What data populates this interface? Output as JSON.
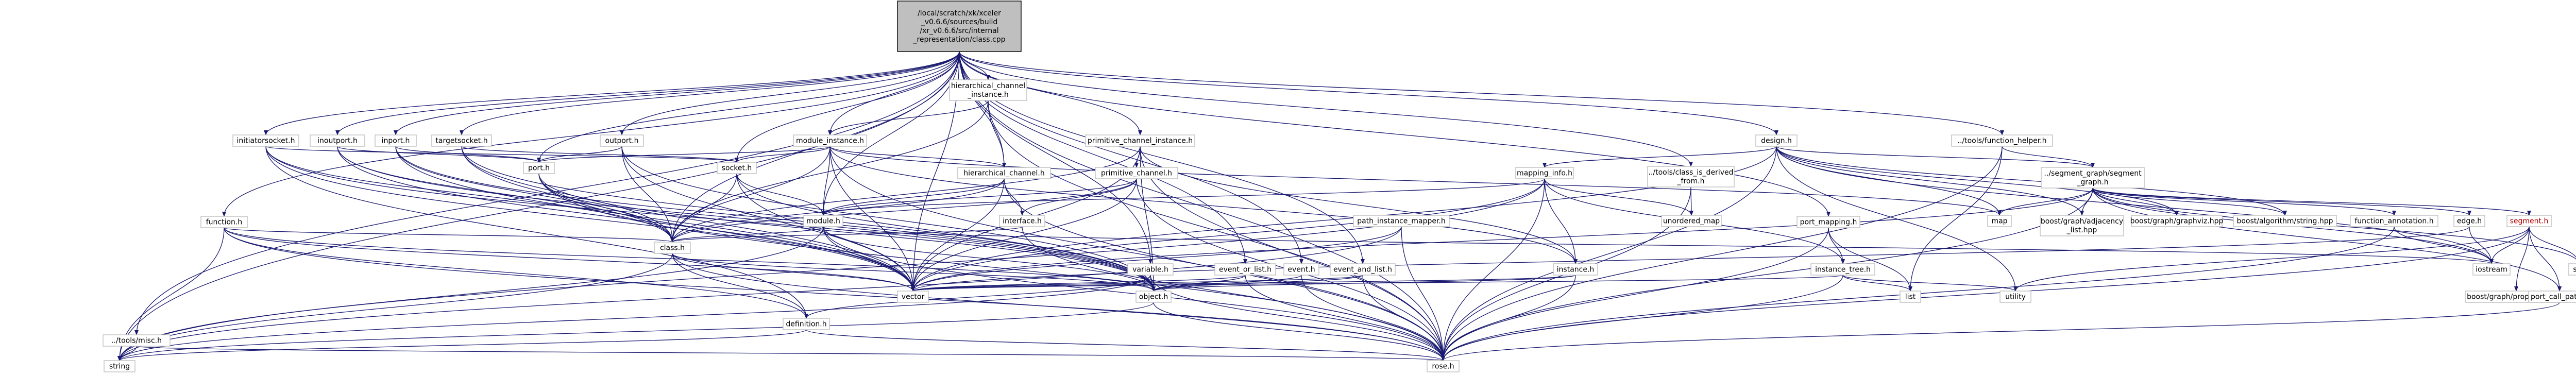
{
  "colors": {
    "edge": "#191970",
    "root_fill": "#bfbfbf",
    "node_border": "#bfbfbf",
    "missing_label": "#b20000"
  },
  "nodes": [
    {
      "id": "root",
      "lines": [
        "/local/scratch/xk/xceler",
        "_v0.6.6/sources/build",
        "/xr_v0.6.6/src/internal",
        "_representation/class.cpp"
      ],
      "kind": "root"
    },
    {
      "id": "hier_inst",
      "lines": [
        "hierarchical_channel",
        "_instance.h"
      ]
    },
    {
      "id": "misc",
      "lines": [
        "../tools/misc.h"
      ]
    },
    {
      "id": "initiator",
      "lines": [
        "initiatorsocket.h"
      ]
    },
    {
      "id": "inoutport",
      "lines": [
        "inoutport.h"
      ]
    },
    {
      "id": "inport",
      "lines": [
        "inport.h"
      ]
    },
    {
      "id": "targetsocket",
      "lines": [
        "targetsocket.h"
      ]
    },
    {
      "id": "outport",
      "lines": [
        "outport.h"
      ]
    },
    {
      "id": "module_instance",
      "lines": [
        "module_instance.h"
      ]
    },
    {
      "id": "prim_inst",
      "lines": [
        "primitive_channel_instance.h"
      ]
    },
    {
      "id": "design",
      "lines": [
        "design.h"
      ]
    },
    {
      "id": "func_helper",
      "lines": [
        "../tools/function_helper.h"
      ]
    },
    {
      "id": "function",
      "lines": [
        "function.h"
      ]
    },
    {
      "id": "port",
      "lines": [
        "port.h"
      ]
    },
    {
      "id": "socket",
      "lines": [
        "socket.h"
      ]
    },
    {
      "id": "hier_channel",
      "lines": [
        "hierarchical_channel.h"
      ]
    },
    {
      "id": "prim_channel",
      "lines": [
        "primitive_channel.h"
      ]
    },
    {
      "id": "mapping_info",
      "lines": [
        "mapping_info.h"
      ]
    },
    {
      "id": "is_derived",
      "lines": [
        "../tools/class_is_derived",
        "_from.h"
      ]
    },
    {
      "id": "port_mapping",
      "lines": [
        "port_mapping.h"
      ]
    },
    {
      "id": "segment_graph",
      "lines": [
        "../segment_graph/segment",
        "_graph.h"
      ]
    },
    {
      "id": "module",
      "lines": [
        "module.h"
      ]
    },
    {
      "id": "interface",
      "lines": [
        "interface.h"
      ]
    },
    {
      "id": "path_mapper",
      "lines": [
        "path_instance_mapper.h"
      ]
    },
    {
      "id": "unordered_map",
      "lines": [
        "unordered_map"
      ],
      "kind": "sys"
    },
    {
      "id": "map",
      "lines": [
        "map"
      ],
      "kind": "sys"
    },
    {
      "id": "adjacency",
      "lines": [
        "boost/graph/adjacency",
        "_list.hpp"
      ],
      "kind": "sys"
    },
    {
      "id": "graphviz",
      "lines": [
        "boost/graph/graphviz.hpp"
      ],
      "kind": "sys"
    },
    {
      "id": "algo_string",
      "lines": [
        "boost/algorithm/string.hpp"
      ],
      "kind": "sys"
    },
    {
      "id": "func_annot",
      "lines": [
        "function_annotation.h"
      ]
    },
    {
      "id": "edge",
      "lines": [
        "edge.h"
      ]
    },
    {
      "id": "segment",
      "lines": [
        "segment.h"
      ],
      "kind": "err"
    },
    {
      "id": "class_h",
      "lines": [
        "class.h"
      ]
    },
    {
      "id": "variable",
      "lines": [
        "variable.h"
      ]
    },
    {
      "id": "event_or_list",
      "lines": [
        "event_or_list.h"
      ]
    },
    {
      "id": "event",
      "lines": [
        "event.h"
      ]
    },
    {
      "id": "event_and_list",
      "lines": [
        "event_and_list.h"
      ]
    },
    {
      "id": "instance",
      "lines": [
        "instance.h"
      ]
    },
    {
      "id": "instance_tree",
      "lines": [
        "instance_tree.h"
      ]
    },
    {
      "id": "iostream",
      "lines": [
        "iostream"
      ],
      "kind": "sys"
    },
    {
      "id": "set",
      "lines": [
        "set"
      ],
      "kind": "sys"
    },
    {
      "id": "properties",
      "lines": [
        "boost/graph/properties.hpp"
      ],
      "kind": "sys"
    },
    {
      "id": "port_call_path",
      "lines": [
        "port_call_path.h"
      ]
    },
    {
      "id": "vector",
      "lines": [
        "vector"
      ],
      "kind": "sys"
    },
    {
      "id": "object",
      "lines": [
        "object.h"
      ]
    },
    {
      "id": "list",
      "lines": [
        "list"
      ],
      "kind": "sys"
    },
    {
      "id": "utility",
      "lines": [
        "utility"
      ],
      "kind": "sys"
    },
    {
      "id": "definition",
      "lines": [
        "definition.h"
      ]
    },
    {
      "id": "string",
      "lines": [
        "string"
      ],
      "kind": "sys"
    },
    {
      "id": "rose",
      "lines": [
        "rose.h"
      ],
      "kind": "sys"
    }
  ],
  "edges": [
    [
      "root",
      "hier_inst"
    ],
    [
      "root",
      "misc"
    ],
    [
      "root",
      "initiator"
    ],
    [
      "root",
      "inoutport"
    ],
    [
      "root",
      "inport"
    ],
    [
      "root",
      "targetsocket"
    ],
    [
      "root",
      "outport"
    ],
    [
      "root",
      "module_instance"
    ],
    [
      "root",
      "prim_inst"
    ],
    [
      "root",
      "design"
    ],
    [
      "root",
      "func_helper"
    ],
    [
      "root",
      "function"
    ],
    [
      "root",
      "port"
    ],
    [
      "root",
      "socket"
    ],
    [
      "root",
      "hier_channel"
    ],
    [
      "root",
      "module"
    ],
    [
      "root",
      "class_h"
    ],
    [
      "root",
      "port_mapping"
    ],
    [
      "root",
      "is_derived"
    ],
    [
      "root",
      "event_or_list"
    ],
    [
      "root",
      "event"
    ],
    [
      "root",
      "event_and_list"
    ],
    [
      "root",
      "variable"
    ],
    [
      "root",
      "vector"
    ],
    [
      "root",
      "string"
    ],
    [
      "root",
      "rose"
    ],
    [
      "hier_inst",
      "module_instance"
    ],
    [
      "hier_inst",
      "hier_channel"
    ],
    [
      "hier_inst",
      "class_h"
    ],
    [
      "hier_inst",
      "rose"
    ],
    [
      "misc",
      "string"
    ],
    [
      "misc",
      "rose"
    ],
    [
      "initiator",
      "socket"
    ],
    [
      "initiator",
      "class_h"
    ],
    [
      "initiator",
      "vector"
    ],
    [
      "initiator",
      "object"
    ],
    [
      "initiator",
      "definition"
    ],
    [
      "inoutport",
      "port"
    ],
    [
      "inoutport",
      "class_h"
    ],
    [
      "inoutport",
      "vector"
    ],
    [
      "inoutport",
      "object"
    ],
    [
      "inport",
      "port"
    ],
    [
      "inport",
      "class_h"
    ],
    [
      "inport",
      "vector"
    ],
    [
      "inport",
      "object"
    ],
    [
      "targetsocket",
      "socket"
    ],
    [
      "targetsocket",
      "class_h"
    ],
    [
      "targetsocket",
      "vector"
    ],
    [
      "targetsocket",
      "object"
    ],
    [
      "outport",
      "port"
    ],
    [
      "outport",
      "class_h"
    ],
    [
      "outport",
      "vector"
    ],
    [
      "outport",
      "object"
    ],
    [
      "module_instance",
      "port"
    ],
    [
      "module_instance",
      "socket"
    ],
    [
      "module_instance",
      "module"
    ],
    [
      "module_instance",
      "class_h"
    ],
    [
      "module_instance",
      "instance"
    ],
    [
      "module_instance",
      "vector"
    ],
    [
      "module_instance",
      "rose"
    ],
    [
      "module_instance",
      "map"
    ],
    [
      "module_instance",
      "hier_channel"
    ],
    [
      "prim_inst",
      "prim_channel"
    ],
    [
      "prim_inst",
      "class_h"
    ],
    [
      "prim_inst",
      "instance"
    ],
    [
      "prim_inst",
      "vector"
    ],
    [
      "prim_inst",
      "object"
    ],
    [
      "prim_inst",
      "rose"
    ],
    [
      "design",
      "mapping_info"
    ],
    [
      "design",
      "map"
    ],
    [
      "design",
      "adjacency"
    ],
    [
      "design",
      "graphviz"
    ],
    [
      "design",
      "algo_string"
    ],
    [
      "design",
      "segment_graph"
    ],
    [
      "design",
      "utility"
    ],
    [
      "design",
      "vector"
    ],
    [
      "design",
      "rose"
    ],
    [
      "design",
      "iostream"
    ],
    [
      "func_helper",
      "segment_graph"
    ],
    [
      "func_helper",
      "list"
    ],
    [
      "func_helper",
      "rose"
    ],
    [
      "function",
      "class_h"
    ],
    [
      "function",
      "vector"
    ],
    [
      "function",
      "object"
    ],
    [
      "function",
      "definition"
    ],
    [
      "function",
      "string"
    ],
    [
      "function",
      "rose"
    ],
    [
      "port",
      "class_h"
    ],
    [
      "port",
      "vector"
    ],
    [
      "port",
      "object"
    ],
    [
      "port",
      "rose"
    ],
    [
      "socket",
      "class_h"
    ],
    [
      "socket",
      "vector"
    ],
    [
      "socket",
      "object"
    ],
    [
      "socket",
      "module"
    ],
    [
      "hier_channel",
      "module"
    ],
    [
      "hier_channel",
      "interface"
    ],
    [
      "hier_channel",
      "class_h"
    ],
    [
      "hier_channel",
      "vector"
    ],
    [
      "hier_channel",
      "rose"
    ],
    [
      "prim_channel",
      "module"
    ],
    [
      "prim_channel",
      "interface"
    ],
    [
      "prim_channel",
      "class_h"
    ],
    [
      "prim_channel",
      "vector"
    ],
    [
      "prim_channel",
      "rose"
    ],
    [
      "mapping_info",
      "unordered_map"
    ],
    [
      "mapping_info",
      "instance"
    ],
    [
      "mapping_info",
      "instance_tree"
    ],
    [
      "mapping_info",
      "module"
    ],
    [
      "mapping_info",
      "vector"
    ],
    [
      "mapping_info",
      "rose"
    ],
    [
      "mapping_info",
      "string"
    ],
    [
      "is_derived",
      "unordered_map"
    ],
    [
      "is_derived",
      "rose"
    ],
    [
      "port_mapping",
      "instance_tree"
    ],
    [
      "port_mapping",
      "list"
    ],
    [
      "port_mapping",
      "rose"
    ],
    [
      "segment_graph",
      "adjacency"
    ],
    [
      "segment_graph",
      "graphviz"
    ],
    [
      "segment_graph",
      "algo_string"
    ],
    [
      "segment_graph",
      "func_annot"
    ],
    [
      "segment_graph",
      "edge"
    ],
    [
      "segment_graph",
      "segment"
    ],
    [
      "segment_graph",
      "map"
    ],
    [
      "segment_graph",
      "set"
    ],
    [
      "segment_graph",
      "iostream"
    ],
    [
      "segment_graph",
      "port_call_path"
    ],
    [
      "segment_graph",
      "rose"
    ],
    [
      "segment_graph",
      "vector"
    ],
    [
      "module",
      "class_h"
    ],
    [
      "module",
      "vector"
    ],
    [
      "module",
      "object"
    ],
    [
      "module",
      "string"
    ],
    [
      "module",
      "rose"
    ],
    [
      "module",
      "iostream"
    ],
    [
      "interface",
      "class_h"
    ],
    [
      "interface",
      "rose"
    ],
    [
      "path_mapper",
      "vector"
    ],
    [
      "path_mapper",
      "string"
    ],
    [
      "path_mapper",
      "rose"
    ],
    [
      "func_annot",
      "iostream"
    ],
    [
      "func_annot",
      "rose"
    ],
    [
      "edge",
      "iostream"
    ],
    [
      "edge",
      "vector"
    ],
    [
      "segment",
      "set"
    ],
    [
      "segment",
      "iostream"
    ],
    [
      "segment",
      "properties"
    ],
    [
      "segment",
      "utility"
    ],
    [
      "segment",
      "port_call_path"
    ],
    [
      "segment",
      "rose"
    ],
    [
      "class_h",
      "vector"
    ],
    [
      "class_h",
      "object"
    ],
    [
      "class_h",
      "definition"
    ],
    [
      "class_h",
      "string"
    ],
    [
      "class_h",
      "rose"
    ],
    [
      "variable",
      "object"
    ],
    [
      "variable",
      "string"
    ],
    [
      "variable",
      "rose"
    ],
    [
      "variable",
      "definition"
    ],
    [
      "event_or_list",
      "object"
    ],
    [
      "event_or_list",
      "vector"
    ],
    [
      "event_or_list",
      "rose"
    ],
    [
      "event",
      "object"
    ],
    [
      "event",
      "rose"
    ],
    [
      "event_and_list",
      "object"
    ],
    [
      "event_and_list",
      "vector"
    ],
    [
      "event_and_list",
      "rose"
    ],
    [
      "instance",
      "object"
    ],
    [
      "instance",
      "vector"
    ],
    [
      "instance",
      "rose"
    ],
    [
      "instance_tree",
      "list"
    ],
    [
      "instance_tree",
      "utility"
    ],
    [
      "instance_tree",
      "vector"
    ],
    [
      "instance_tree",
      "rose"
    ],
    [
      "port_call_path",
      "rose"
    ],
    [
      "object",
      "string"
    ],
    [
      "object",
      "rose"
    ],
    [
      "definition",
      "string"
    ],
    [
      "definition",
      "rose"
    ]
  ]
}
